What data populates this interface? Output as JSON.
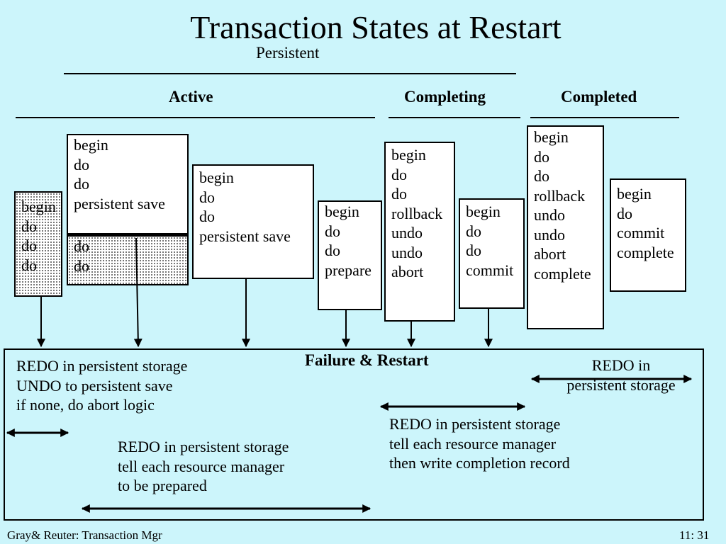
{
  "title": "Transaction States at Restart",
  "subtitle": "Persistent",
  "phases": {
    "active": "Active",
    "completing": "Completing",
    "completed": "Completed"
  },
  "transactions": [
    {
      "lines": [
        "begin",
        "do",
        "do",
        "do"
      ]
    },
    {
      "lines": [
        "begin",
        "do",
        "do",
        "persistent save"
      ],
      "lower_lines": [
        "do",
        "do"
      ]
    },
    {
      "lines": [
        "begin",
        "do",
        "do",
        "persistent save"
      ]
    },
    {
      "lines": [
        "begin",
        "do",
        "do",
        "prepare"
      ]
    },
    {
      "lines": [
        "begin",
        "do",
        "do",
        "rollback",
        "undo",
        "undo",
        "abort"
      ]
    },
    {
      "lines": [
        "begin",
        "do",
        "do",
        "commit"
      ]
    },
    {
      "lines": [
        "begin",
        "do",
        "do",
        "rollback",
        "undo",
        "undo",
        "abort",
        "complete"
      ]
    },
    {
      "lines": [
        "begin",
        "do",
        "commit",
        "complete"
      ]
    }
  ],
  "failure": {
    "title": "Failure & Restart",
    "active_note": [
      "REDO in persistent storage",
      "UNDO to persistent save",
      "if none, do abort logic"
    ],
    "prepared_note": [
      "REDO in persistent storage",
      "tell each resource manager",
      "to be prepared"
    ],
    "completing_note": [
      "REDO in persistent storage",
      "tell each resource manager",
      "then write completion record"
    ],
    "completed_note": [
      "REDO in",
      "persistent storage"
    ]
  },
  "footer": {
    "left": "Gray& Reuter: Transaction Mgr",
    "right": "11: 31"
  }
}
